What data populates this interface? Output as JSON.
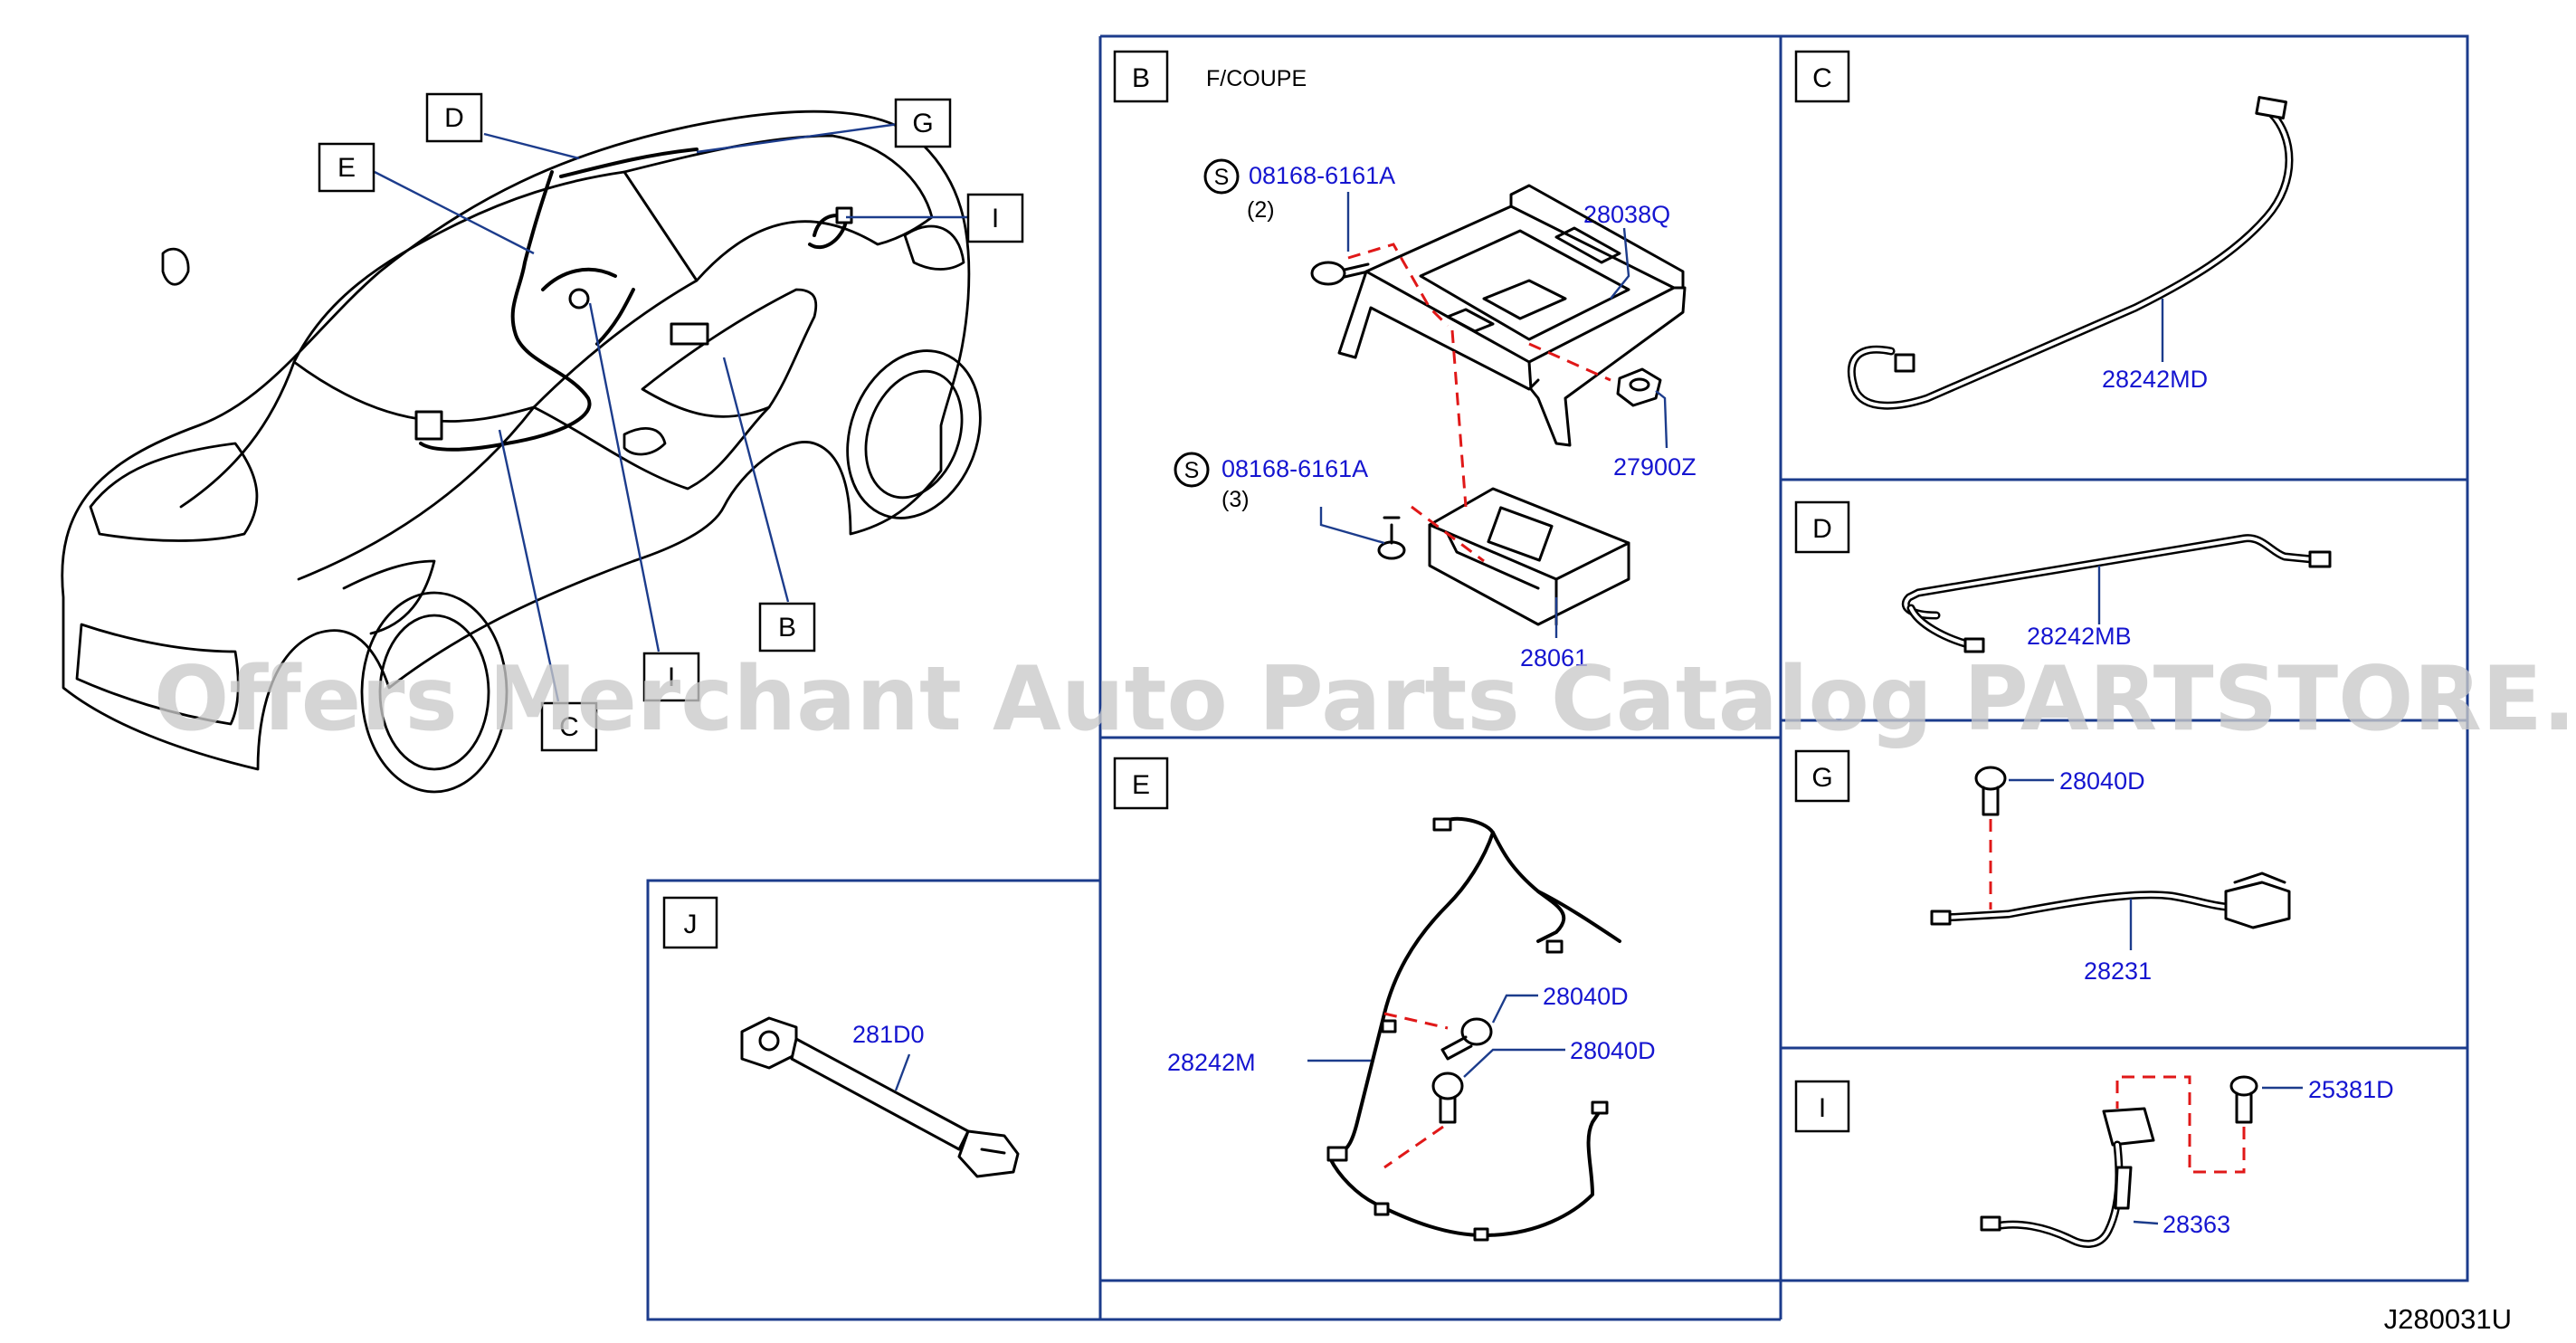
{
  "diagram": {
    "panels": {
      "B": {
        "letter": "B",
        "note": "F/COUPE",
        "parts": [
          "08168-6161A",
          "(2)",
          "28038Q",
          "27900Z",
          "08168-6161A",
          "(3)",
          "28061"
        ]
      },
      "C": {
        "letter": "C",
        "parts": [
          "28242MD"
        ]
      },
      "D": {
        "letter": "D",
        "parts": [
          "28242MB"
        ]
      },
      "E": {
        "letter": "E",
        "parts": [
          "28040D",
          "28040D",
          "28242M"
        ]
      },
      "G": {
        "letter": "G",
        "parts": [
          "28040D",
          "28231"
        ]
      },
      "I": {
        "letter": "I",
        "parts": [
          "25381D",
          "28363"
        ]
      },
      "J": {
        "letter": "J",
        "parts": [
          "281D0"
        ]
      }
    },
    "callouts": [
      "D",
      "G",
      "E",
      "I",
      "B",
      "I",
      "C"
    ],
    "s_marker": "S",
    "watermark": "Offers Merchant Auto Parts Catalog PARTSTORE.SA",
    "drawing_code": "J280031U"
  },
  "colors": {
    "part_number": "#1515d0",
    "panel_border": "#1c3c8c",
    "dashed_guide": "#e01818"
  }
}
